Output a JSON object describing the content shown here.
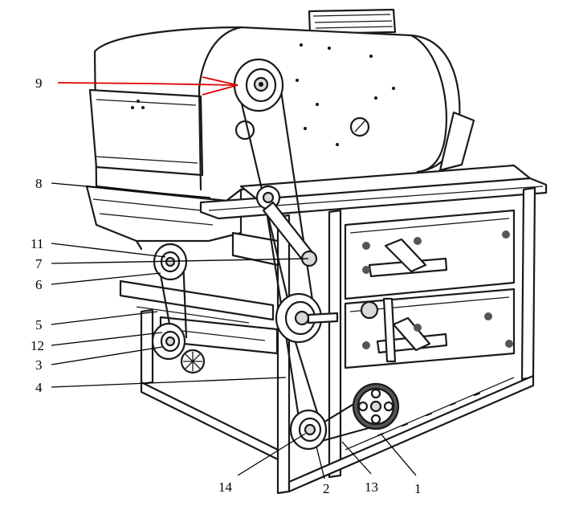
{
  "accent_color": "#e00000",
  "callouts": [
    {
      "label": "9",
      "highlighted": true
    },
    {
      "label": "8"
    },
    {
      "label": "11"
    },
    {
      "label": "7"
    },
    {
      "label": "6"
    },
    {
      "label": "5"
    },
    {
      "label": "12"
    },
    {
      "label": "3"
    },
    {
      "label": "4"
    },
    {
      "label": "14"
    },
    {
      "label": "2"
    },
    {
      "label": "13"
    },
    {
      "label": "1"
    }
  ]
}
